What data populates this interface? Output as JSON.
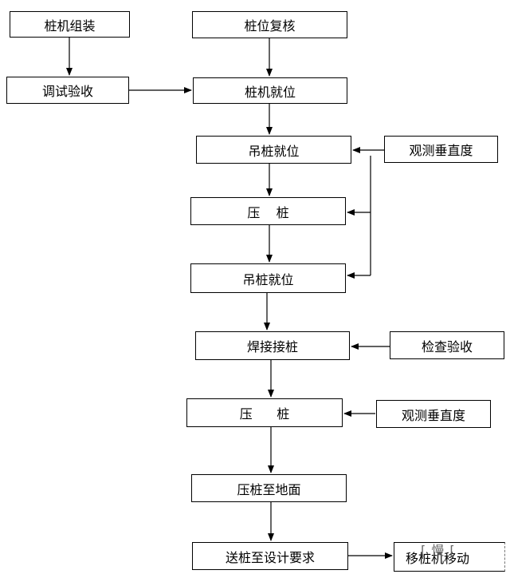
{
  "boxes": {
    "pile_machine_assembly": "桩机组装",
    "debug_acceptance": "调试验收",
    "pile_position_recheck": "桩位复核",
    "pile_machine_in_place": "桩机就位",
    "lift_pile_in_place_1": "吊桩就位",
    "observe_verticality_1": "观测垂直度",
    "press_pile_1": "压    桩",
    "lift_pile_in_place_2": "吊桩就位",
    "weld_joint_pile": "焊接接桩",
    "inspection_acceptance": "检查验收",
    "press_pile_2": "压      桩",
    "observe_verticality_2": "观测垂直度",
    "press_to_ground": "压桩至地面",
    "deliver_to_design": "送桩至设计要求",
    "move_pile_machine": "移桩机移动"
  },
  "watermark": "[ 慢 ["
}
